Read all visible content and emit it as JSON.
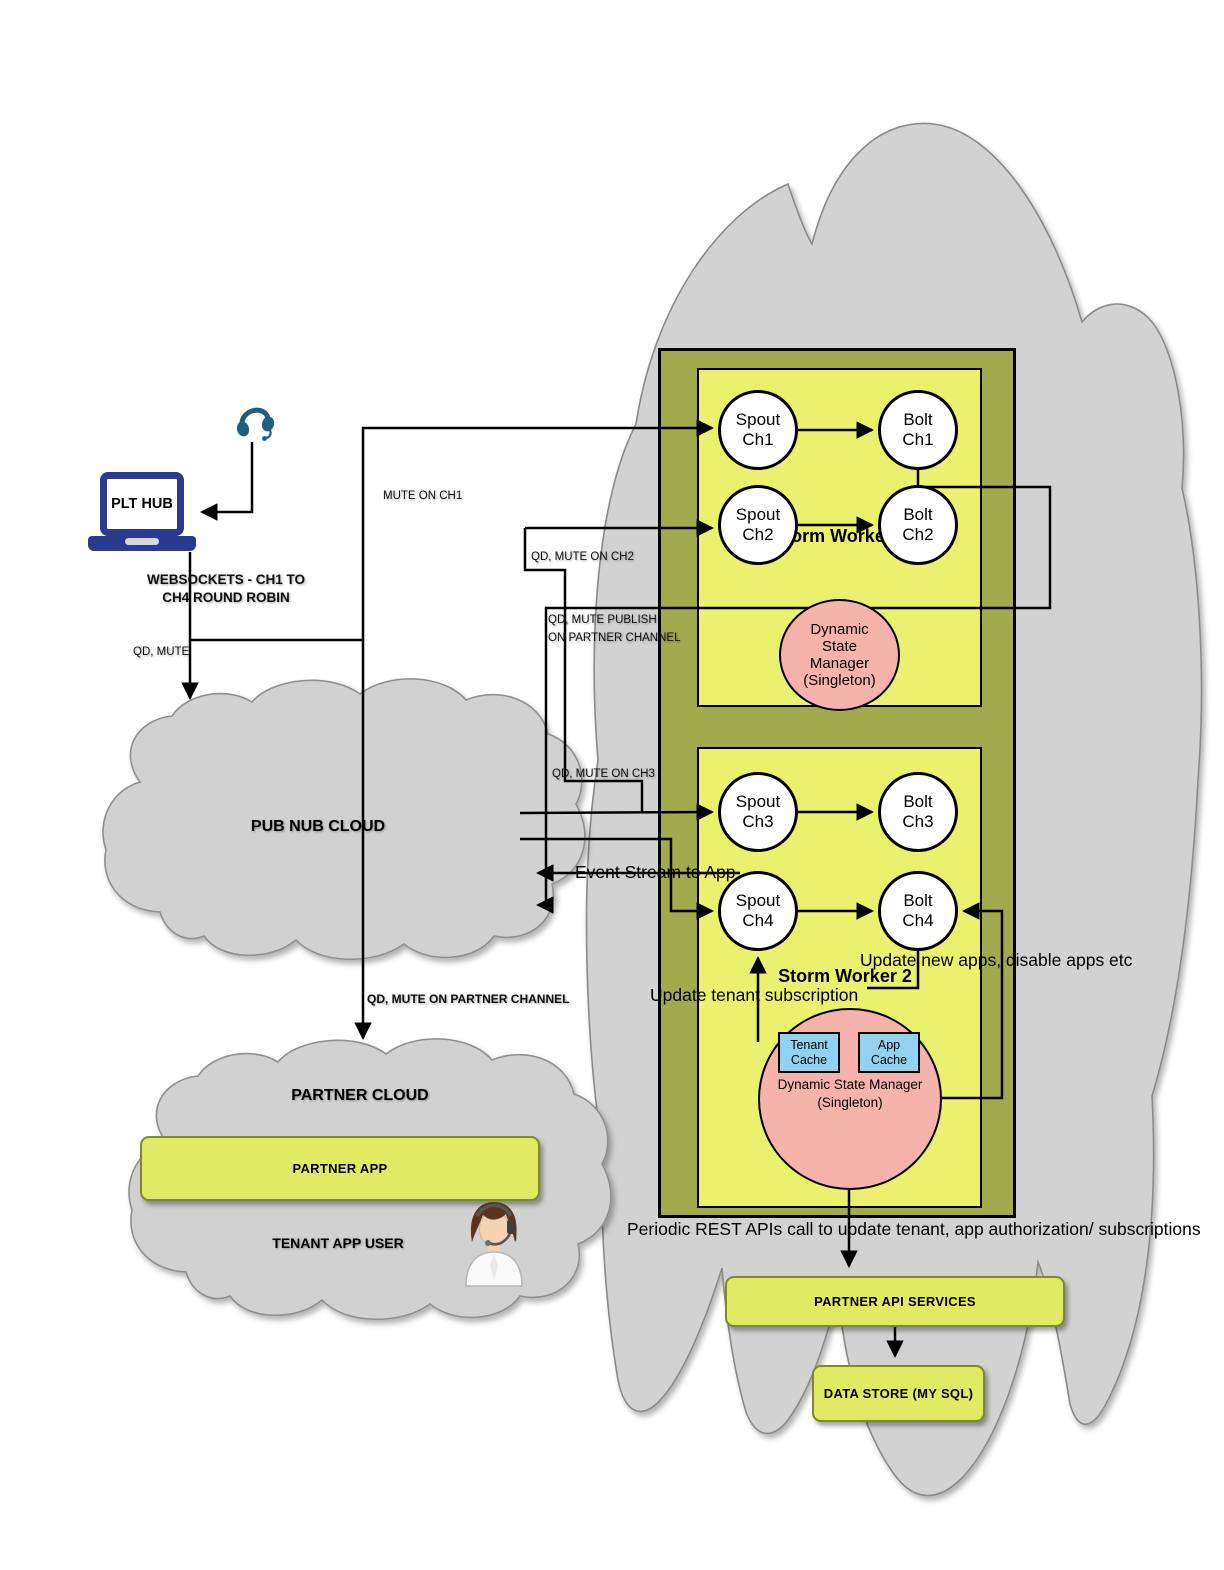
{
  "diagram": {
    "plt_hub_label": "PLT HUB",
    "websockets_label": "WEBSOCKETS - CH1 TO\nCH4 ROUND ROBIN",
    "edge_labels": {
      "qd_mute": "QD, MUTE",
      "mute_on_ch1": "MUTE ON CH1",
      "qd_mute_on_ch2": "QD, MUTE ON CH2",
      "qd_mute_publish": "QD, MUTE PUBLISH\nON PARTNER CHANNEL",
      "qd_mute_on_ch3": "QD, MUTE ON CH3",
      "event_stream": "Event Stream to App",
      "qd_mute_partner_channel": "QD, MUTE ON PARTNER CHANNEL",
      "update_tenant": "Update tenant subscription",
      "update_new_apps": "Update new apps, disable apps etc",
      "periodic_rest": "Periodic REST APIs call to update tenant, app authorization/ subscriptions"
    },
    "clouds": {
      "pubnub_title": "PUB NUB CLOUD",
      "partner_title": "PARTNER CLOUD",
      "tenant_app_user": "TENANT APP USER"
    },
    "partner_app_label": "PARTNER APP",
    "partner_api_services_label": "PARTNER API SERVICES",
    "data_store_label": "DATA STORE (MY SQL)",
    "storm_worker_1": {
      "title": "Storm Worker 1",
      "spout_ch1": "Spout\nCh1",
      "bolt_ch1": "Bolt\nCh1",
      "spout_ch2": "Spout\nCh2",
      "bolt_ch2": "Bolt\nCh2",
      "dsm": "Dynamic\nState\nManager\n(Singleton)"
    },
    "storm_worker_2": {
      "title": "Storm Worker 2",
      "spout_ch3": "Spout\nCh3",
      "bolt_ch3": "Bolt\nCh3",
      "spout_ch4": "Spout\nCh4",
      "bolt_ch4": "Bolt\nCh4",
      "tenant_cache": "Tenant\nCache",
      "app_cache": "App\nCache",
      "dsm": "Dynamic State Manager\n(Singleton)"
    },
    "colors": {
      "worker_container": "#a2aa4e",
      "worker_box": "#e9f16e",
      "node_fill": "#ffffff",
      "dsm_pink": "#f5b3ac",
      "cache_blue": "#92d1f0",
      "green_box": "#e0ea62",
      "cloud_gray": "#d1d1d1",
      "laptop_blue": "#2b3a8f",
      "headset_teal": "#1e5f7e"
    }
  }
}
